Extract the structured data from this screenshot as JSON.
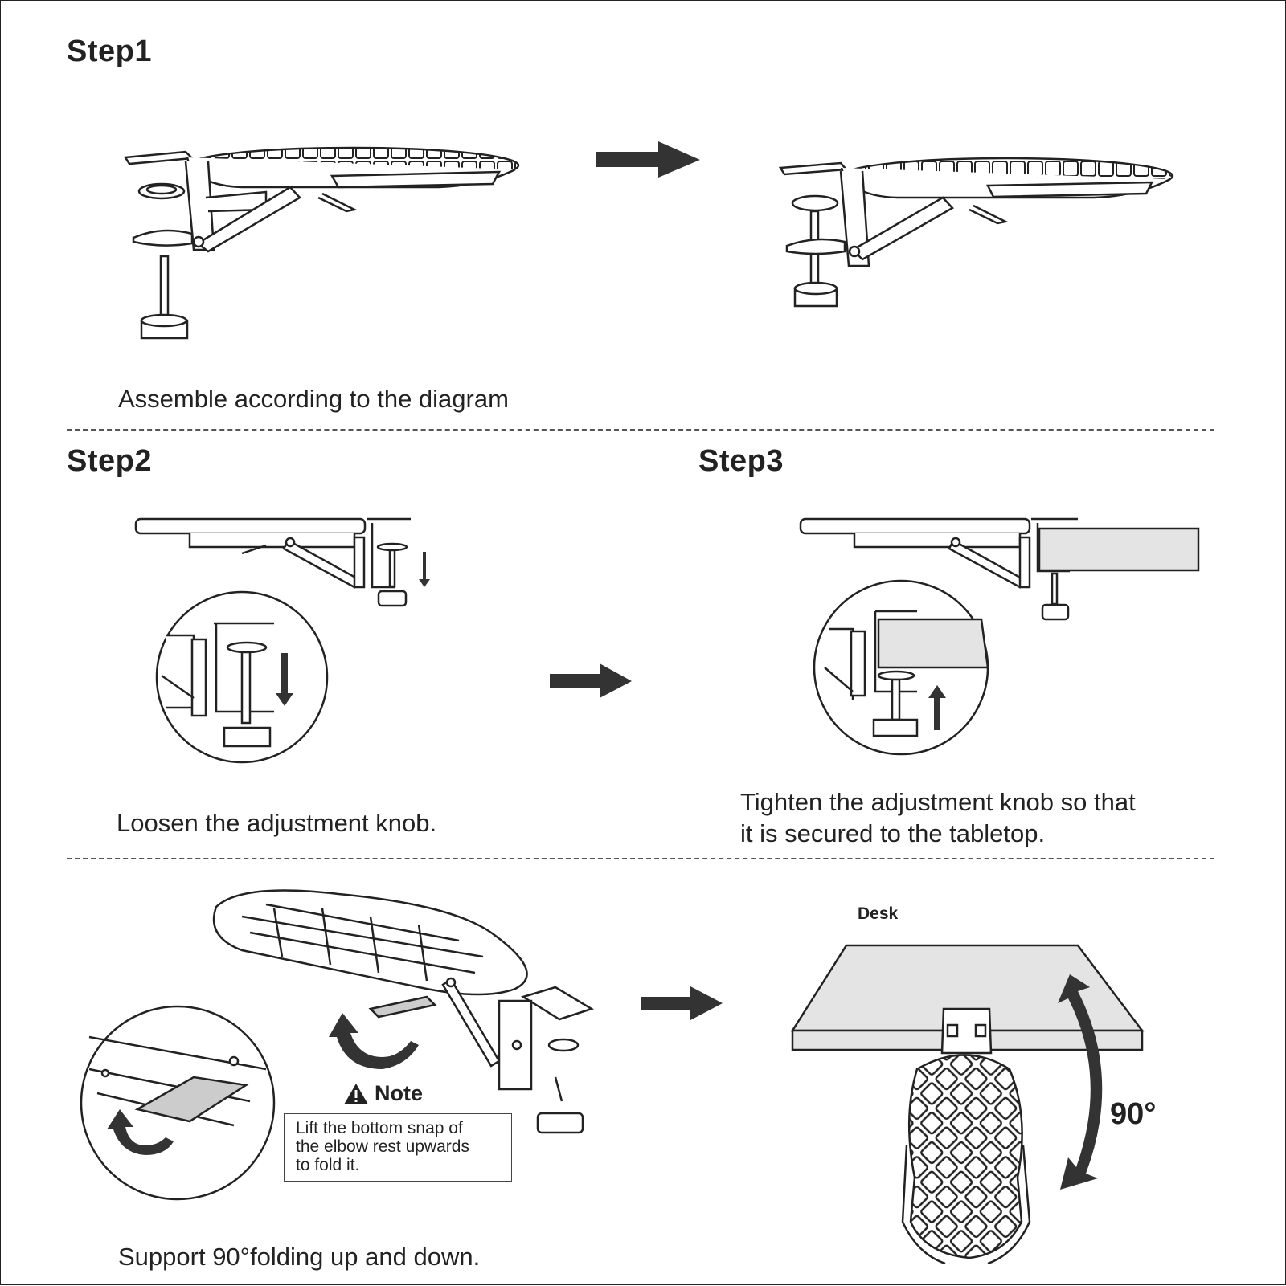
{
  "step1": {
    "title": "Step1",
    "caption": "Assemble according to the diagram"
  },
  "step2": {
    "title": "Step2",
    "caption": "Loosen the adjustment knob."
  },
  "step3": {
    "title": "Step3",
    "caption_lines": [
      "Tighten the adjustment knob so that",
      "it is secured to the tabletop."
    ]
  },
  "fold": {
    "note_title": "Note",
    "note_lines": [
      "Lift the bottom snap of",
      "the elbow rest upwards",
      "to fold it."
    ],
    "desk_label": "Desk",
    "angle_label": "90°",
    "caption": "Support 90°folding up and down."
  },
  "icons": {
    "arrow": "right-arrow-icon",
    "warning": "warning-triangle-icon",
    "rotate": "curved-arrow-icon"
  },
  "colors": {
    "ink": "#222222",
    "desk_fill": "#e4e4e4",
    "divider": "#555555"
  }
}
